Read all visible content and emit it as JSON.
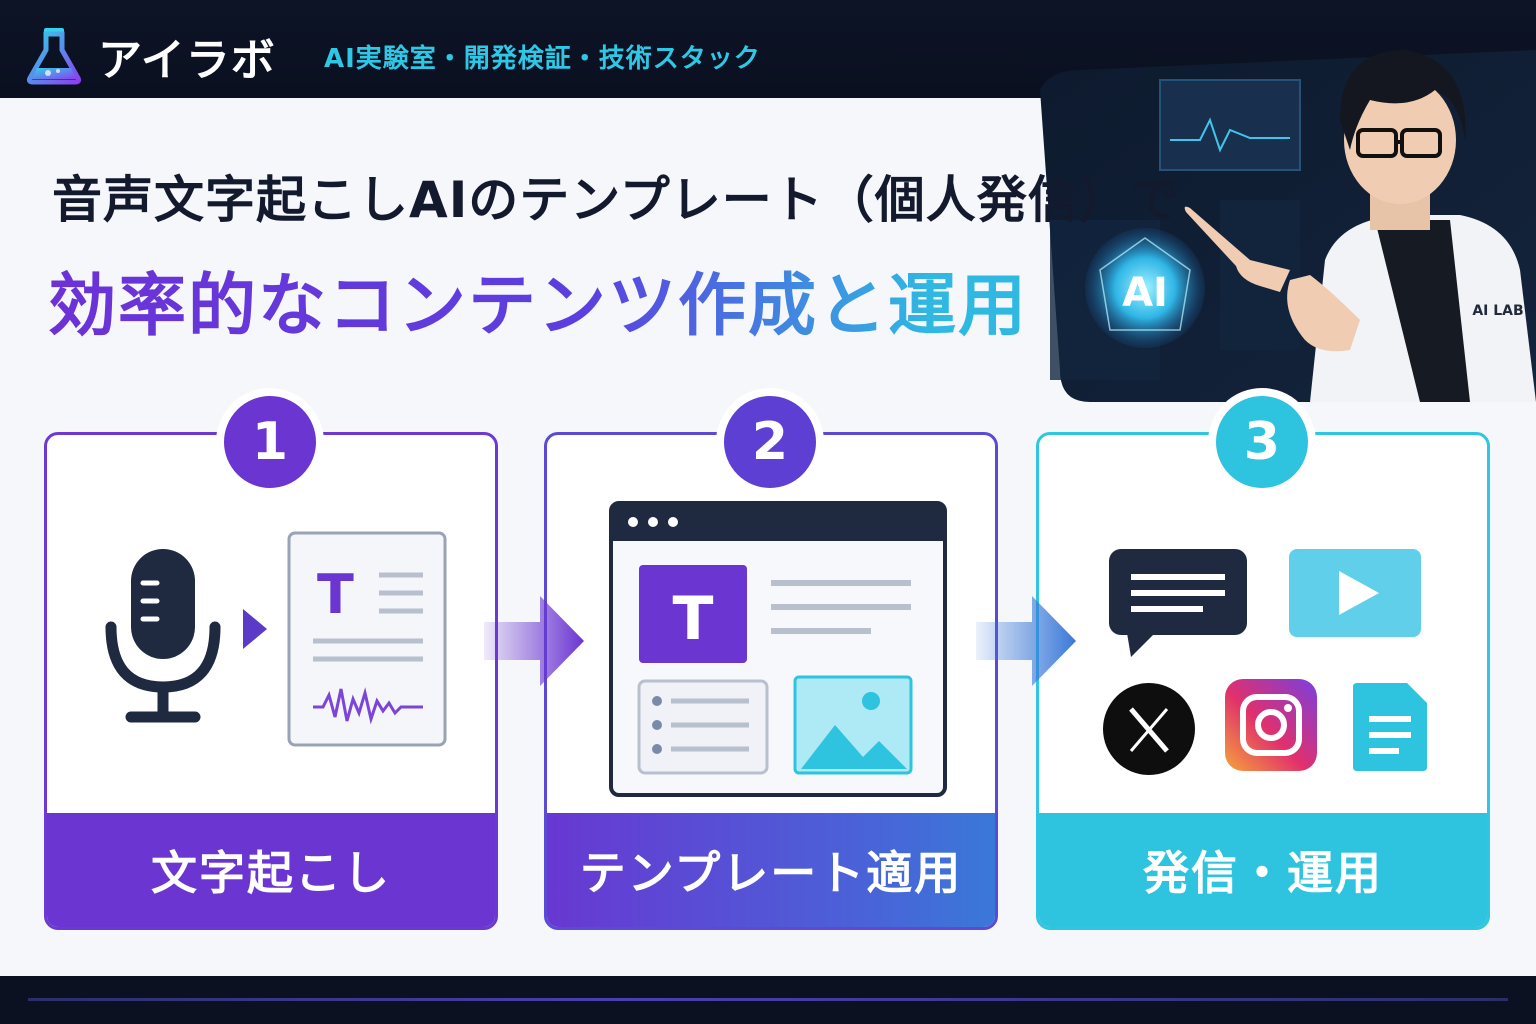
{
  "brand": {
    "name": "アイラボ",
    "tagline": "AI実験室・開発検証・技術スタック"
  },
  "headline": {
    "line1": "音声文字起こしAIのテンプレート（個人発信）で",
    "line2": "効率的なコンテンツ作成と運用"
  },
  "hero": {
    "orb_label": "AI",
    "coat_label": "AI LAB"
  },
  "steps": [
    {
      "number": "1",
      "label": "文字起こし"
    },
    {
      "number": "2",
      "label": "テンプレート適用"
    },
    {
      "number": "3",
      "label": "発信・運用"
    }
  ],
  "colors": {
    "purple": "#6a35d0",
    "cyan": "#2ec3de",
    "navy": "#1f2940",
    "dark_bg": "#0b1120"
  },
  "icons": {
    "step1": [
      "microphone-icon",
      "transcript-document-icon"
    ],
    "step2": [
      "template-window-icon"
    ],
    "step3": [
      "chat-bubble-icon",
      "video-play-icon",
      "x-logo-icon",
      "instagram-icon",
      "document-icon"
    ]
  }
}
